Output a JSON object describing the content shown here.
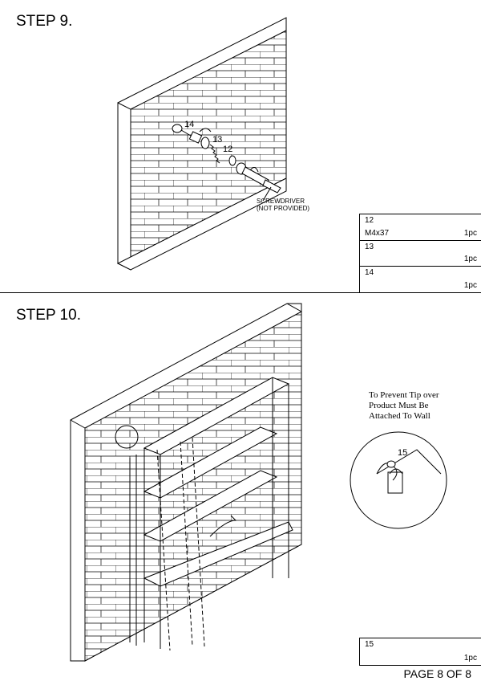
{
  "step9": {
    "title": "STEP 9.",
    "callouts": {
      "c14": "14",
      "c13": "13",
      "c12": "12"
    },
    "screwdriver_note": {
      "line1": "SCREWDRIVER",
      "line2": "(NOT PROVIDED)"
    },
    "parts": [
      {
        "number": "12",
        "size": "M4x37",
        "qty": "1pc",
        "icon": "screw-icon"
      },
      {
        "number": "13",
        "size": "",
        "qty": "1pc",
        "icon": "bracket-icon"
      },
      {
        "number": "14",
        "size": "",
        "qty": "1pc",
        "icon": "wall-anchor-icon"
      }
    ]
  },
  "step10": {
    "title": "STEP 10.",
    "note": {
      "line1": "To Prevent Tip over",
      "line2": "Product Must Be",
      "line3": "Attached To Wall"
    },
    "detail_callout": "15",
    "parts": [
      {
        "number": "15",
        "size": "",
        "qty": "1pc",
        "icon": "strap-icon"
      }
    ]
  },
  "footer": {
    "page": "PAGE 8 OF 8"
  }
}
